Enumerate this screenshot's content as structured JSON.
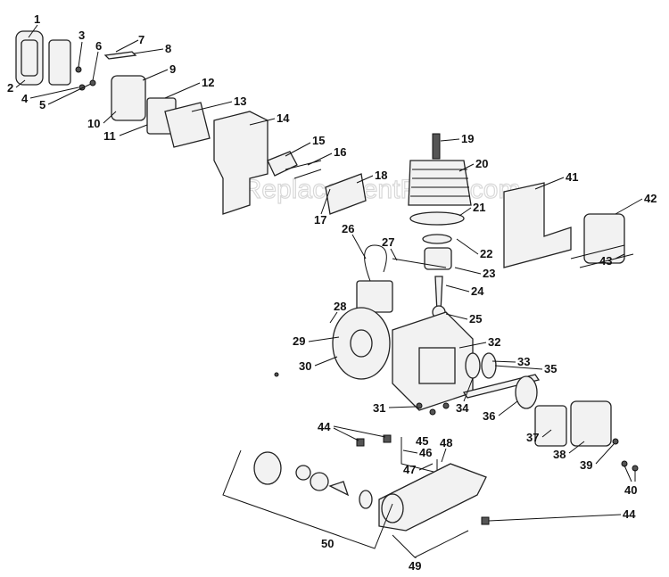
{
  "diagram": {
    "watermark": "eReplacementParts.com",
    "callouts": [
      "1",
      "2",
      "3",
      "4",
      "5",
      "6",
      "7",
      "8",
      "9",
      "10",
      "11",
      "12",
      "13",
      "14",
      "15",
      "16",
      "17",
      "18",
      "19",
      "20",
      "21",
      "22",
      "23",
      "24",
      "25",
      "26",
      "27",
      "28",
      "29",
      "30",
      "31",
      "32",
      "33",
      "34",
      "35",
      "36",
      "37",
      "38",
      "39",
      "40",
      "41",
      "42",
      "43",
      "44",
      "44",
      "45",
      "46",
      "47",
      "48",
      "49",
      "50"
    ]
  }
}
